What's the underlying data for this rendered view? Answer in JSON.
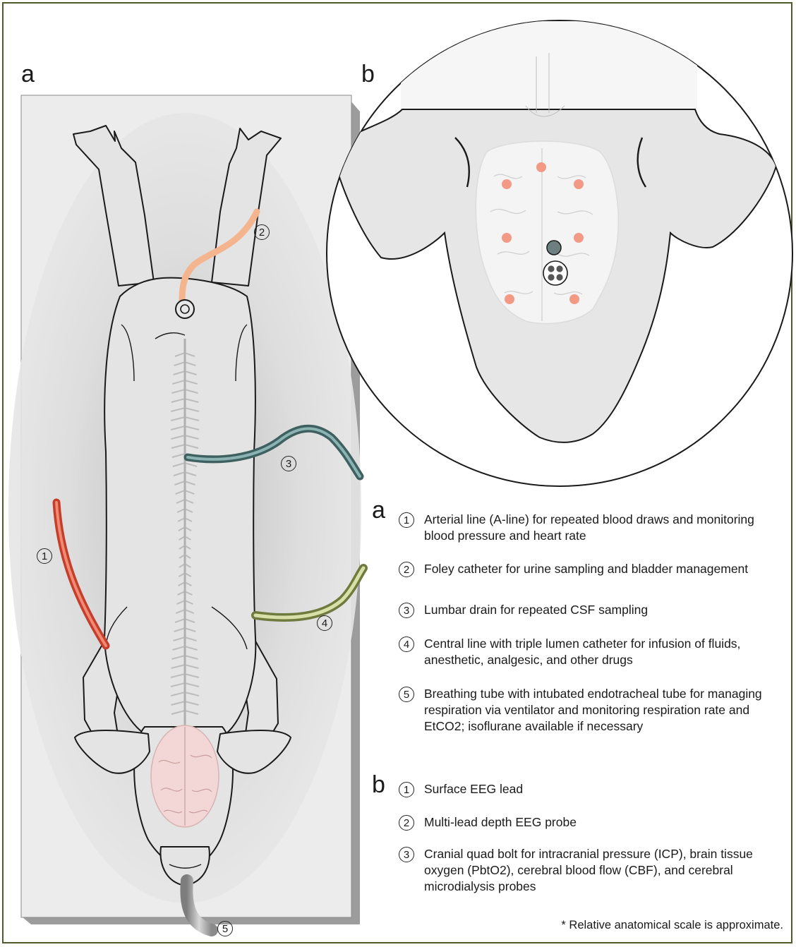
{
  "panels": {
    "a": "a",
    "b": "b"
  },
  "callouts": [
    "1",
    "2",
    "3",
    "4",
    "5"
  ],
  "legend": {
    "a": {
      "letter": "a",
      "items": [
        {
          "num": "1",
          "text": "Arterial line (A-line) for repeated blood draws and monitoring blood pressure and heart rate"
        },
        {
          "num": "2",
          "text": "Foley catheter for urine sampling and bladder management"
        },
        {
          "num": "3",
          "text": "Lumbar drain for repeated CSF sampling"
        },
        {
          "num": "4",
          "text": "Central line with triple lumen catheter for infusion of fluids, anesthetic, analgesic, and other drugs"
        },
        {
          "num": "5",
          "text": "Breathing tube with intubated endotracheal tube for managing respiration via ventilator and monitoring respiration rate and EtCO2; isoflurane available if necessary"
        }
      ]
    },
    "b": {
      "letter": "b",
      "items": [
        {
          "num": "1",
          "text": "Surface EEG lead"
        },
        {
          "num": "2",
          "text": "Multi-lead depth EEG probe"
        },
        {
          "num": "3",
          "text": "Cranial quad bolt for intracranial pressure (ICP), brain tissue oxygen (PbtO2), cerebral blood flow (CBF), and cerebral microdialysis probes"
        }
      ]
    }
  },
  "footnote": "* Relative anatomical scale is approximate.",
  "colors": {
    "frame": "#4e5a2a",
    "arterial_line": "#e0442f",
    "foley_catheter": "#f4b48e",
    "lumbar_drain": "#5f8f8f",
    "central_line": "#c9d59a",
    "breathing_tube": "#9a9a9a",
    "eeg_surface_lead": "#f29a86",
    "eeg_depth_probe": "#6e7f7f",
    "brain": "#f3d7d7"
  }
}
